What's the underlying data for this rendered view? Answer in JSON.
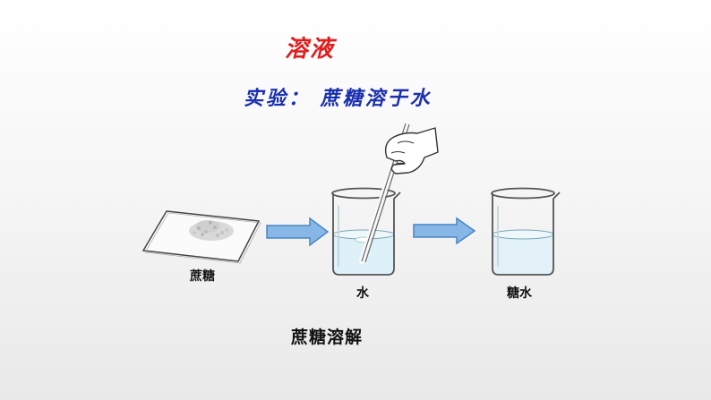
{
  "slide": {
    "title": "溶液",
    "subtitle": "实验： 蔗糖溶于水",
    "labels": {
      "sugar": "蔗糖",
      "water": "水",
      "sugar_water": "糖水"
    },
    "caption": "蔗糖溶解"
  },
  "colors": {
    "title": "#e11d1d",
    "subtitle": "#1a2fb0",
    "arrow_fill": "#86b7e6",
    "arrow_stroke": "#4a86c4",
    "water": "#dff1f8"
  },
  "icons": [
    "sugar-pile-on-paper",
    "beaker-with-stirring-rod",
    "hand",
    "arrow-right",
    "beaker"
  ]
}
